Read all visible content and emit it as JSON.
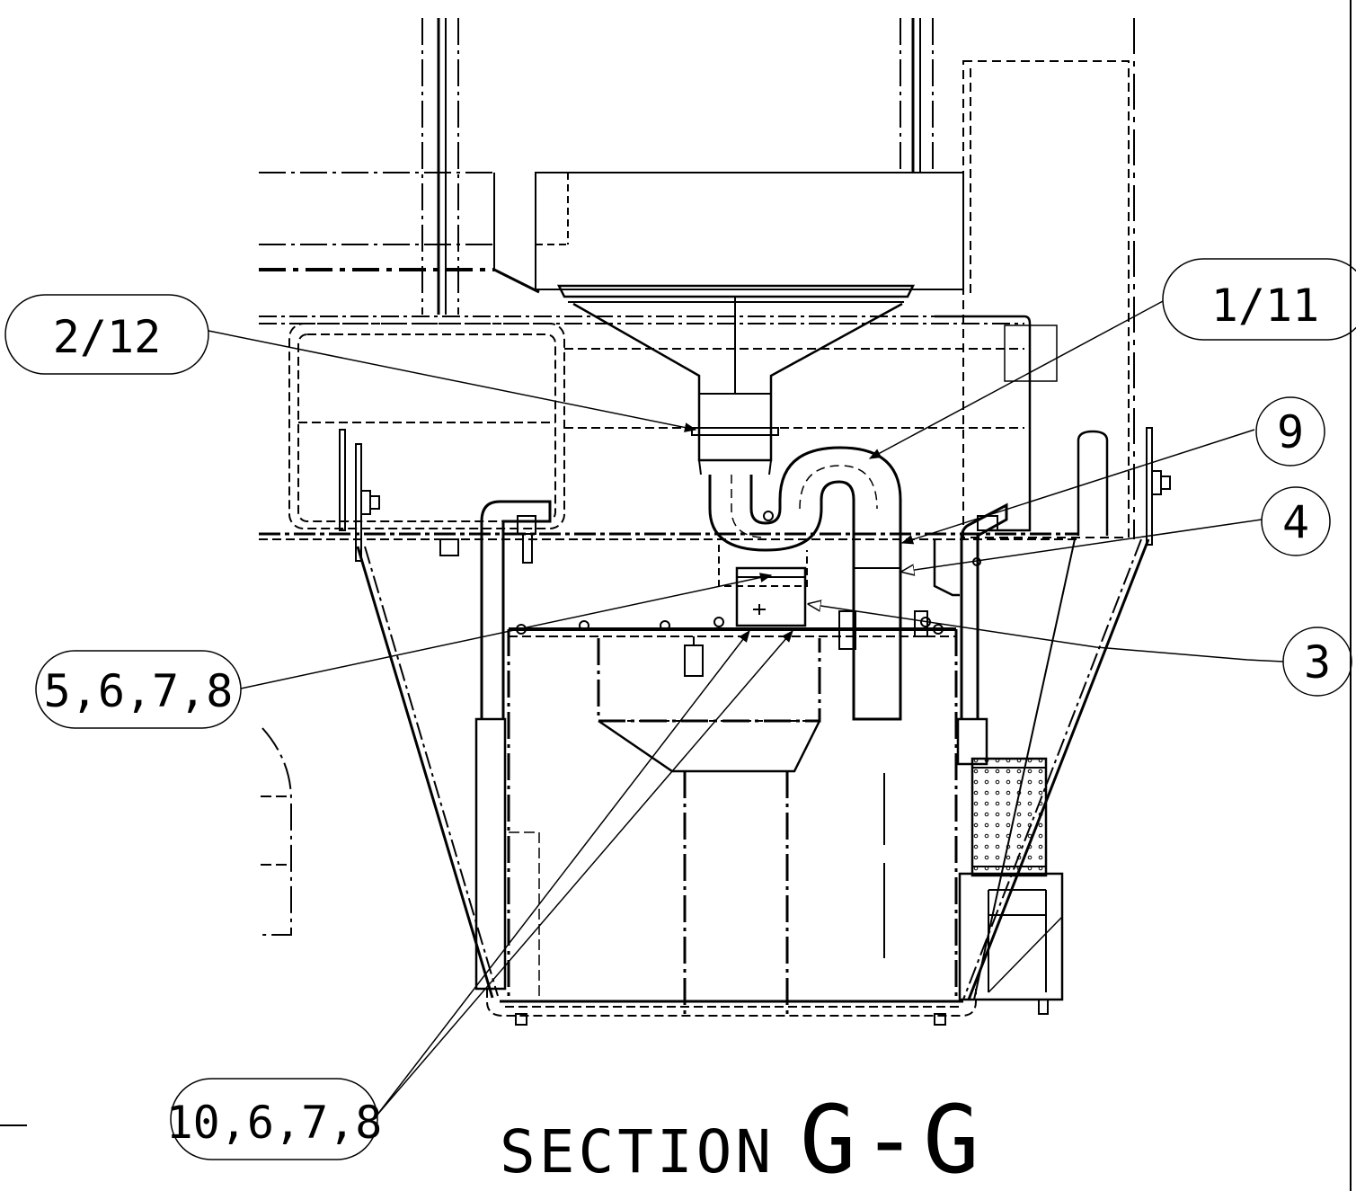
{
  "drawing": {
    "section_title": {
      "prefix": "SECTION",
      "id": "G-G"
    },
    "callouts": [
      {
        "key": "c_2_12",
        "label": "2/12"
      },
      {
        "key": "c_1_11",
        "label": "1/11"
      },
      {
        "key": "c_9",
        "label": "9"
      },
      {
        "key": "c_4",
        "label": "4"
      },
      {
        "key": "c_3",
        "label": "3"
      },
      {
        "key": "c_5678",
        "label": "5,6,7,8"
      },
      {
        "key": "c_10678",
        "label": "10,6,7,8"
      }
    ],
    "colors": {
      "line": "#000000",
      "background": "#ffffff"
    }
  }
}
